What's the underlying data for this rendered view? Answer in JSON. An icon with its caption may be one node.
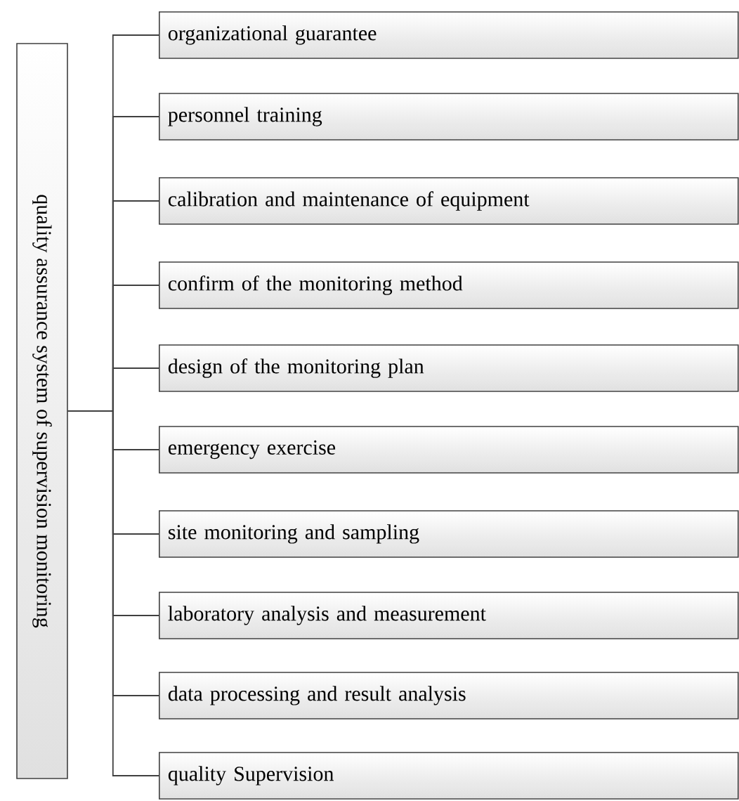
{
  "diagram": {
    "nodes": [
      {
        "text": [
          "quality assurance system of  supervision monitoring"
        ]
      },
      {
        "text": [
          "organizational guarantee"
        ]
      },
      {
        "text": [
          "personnel training"
        ]
      },
      {
        "text": [
          "calibration and maintenance of equipment"
        ]
      },
      {
        "text": [
          "confirm of the monitoring method"
        ]
      },
      {
        "text": [
          "design of the monitoring plan"
        ]
      },
      {
        "text": [
          "emergency exercise"
        ]
      },
      {
        "text": [
          "site monitoring and sampling"
        ]
      },
      {
        "text": [
          "laboratory analysis and measurement"
        ]
      },
      {
        "text": [
          "data processing and result analysis"
        ]
      },
      {
        "text": [
          "quality Supervision"
        ]
      }
    ],
    "edges": [
      {
        "from": 0,
        "to": 1,
        "arrow": "none"
      },
      {
        "from": 0,
        "to": 2,
        "arrow": "none"
      },
      {
        "from": 0,
        "to": 3,
        "arrow": "none"
      },
      {
        "from": 0,
        "to": 4,
        "arrow": "none"
      },
      {
        "from": 0,
        "to": 5,
        "arrow": "none"
      },
      {
        "from": 0,
        "to": 6,
        "arrow": "none"
      },
      {
        "from": 0,
        "to": 7,
        "arrow": "none"
      },
      {
        "from": 0,
        "to": 8,
        "arrow": "none"
      },
      {
        "from": 0,
        "to": 9,
        "arrow": "none"
      },
      {
        "from": 0,
        "to": 10,
        "arrow": "none"
      }
    ]
  }
}
